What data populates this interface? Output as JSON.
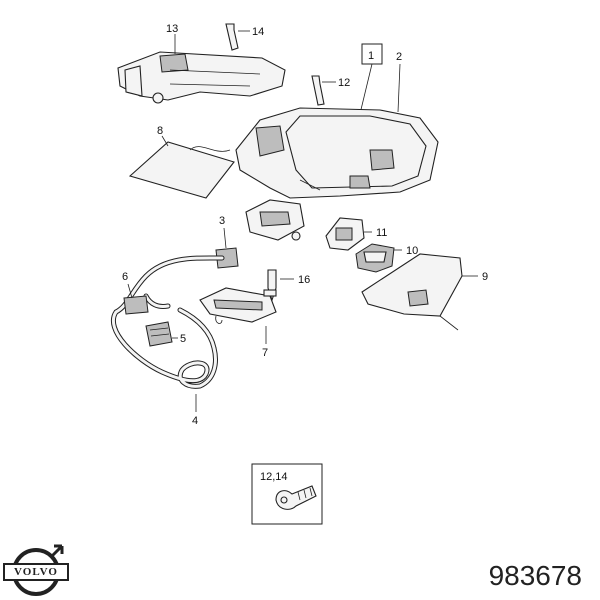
{
  "callouts": {
    "c1": "1",
    "c2": "2",
    "c3": "3",
    "c4": "4",
    "c5": "5",
    "c6": "6",
    "c7": "7",
    "c8": "8",
    "c9": "9",
    "c10": "10",
    "c11": "11",
    "c12": "12",
    "c13": "13",
    "c14": "14",
    "c16": "16"
  },
  "inset": {
    "label": "12,14"
  },
  "logo": {
    "text": "VOLVO"
  },
  "part_number": "983678"
}
